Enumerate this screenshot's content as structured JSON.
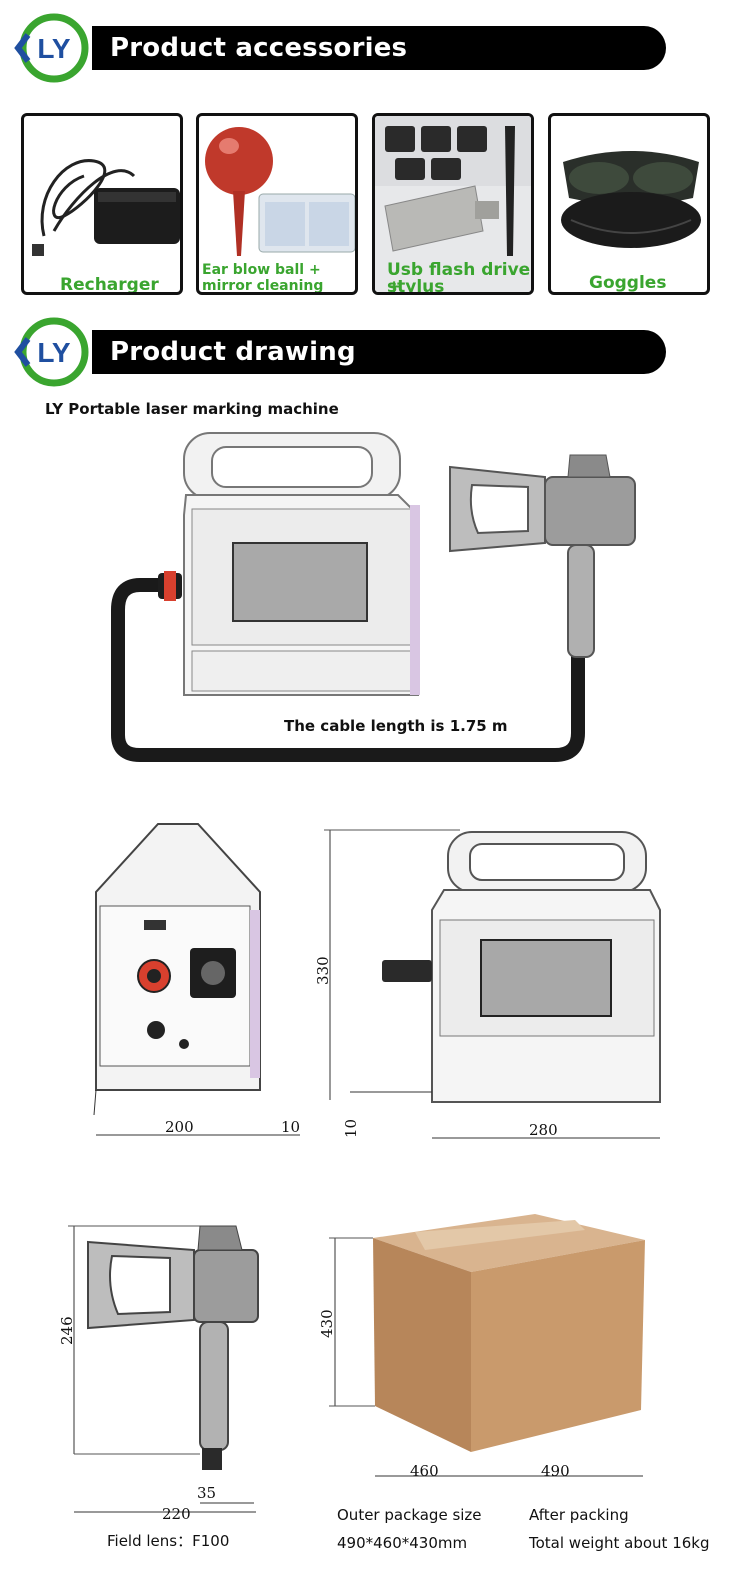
{
  "brand": {
    "logo_text": "LY",
    "colors": {
      "green": "#3aa52f",
      "blue": "#1f4fa0",
      "header_bg": "#000000"
    }
  },
  "sections": {
    "accessories": {
      "title": "Product accessories"
    },
    "drawing": {
      "title": "Product drawing"
    }
  },
  "accessories": [
    {
      "label": "Recharger",
      "icon": "charger-icon"
    },
    {
      "label_line1": "Ear blow ball +",
      "label_line2": "mirror cleaning paper",
      "icon": "blow-ball-icon"
    },
    {
      "label_line1": "Usb flash drive +",
      "label_line2": "stylus",
      "icon": "usb-drive-icon"
    },
    {
      "label": "Goggles",
      "icon": "goggles-icon"
    }
  ],
  "drawing": {
    "subtitle": "LY Portable laser marking machine",
    "cable_note": "The cable length is 1.75 m",
    "dims": {
      "side_width": "200",
      "side_gap": "10",
      "front_height": "330",
      "front_base": "10",
      "front_width": "280",
      "gun_height": "246",
      "gun_width": "220",
      "gun_grip": "35",
      "box_height": "430",
      "box_depth": "460",
      "box_width": "490"
    },
    "field_lens": "Field lens：F100",
    "package": {
      "size_label": "Outer package size",
      "size_value": "490*460*430mm",
      "weight_label": "After packing",
      "weight_value": "Total weight about 16kg"
    }
  }
}
